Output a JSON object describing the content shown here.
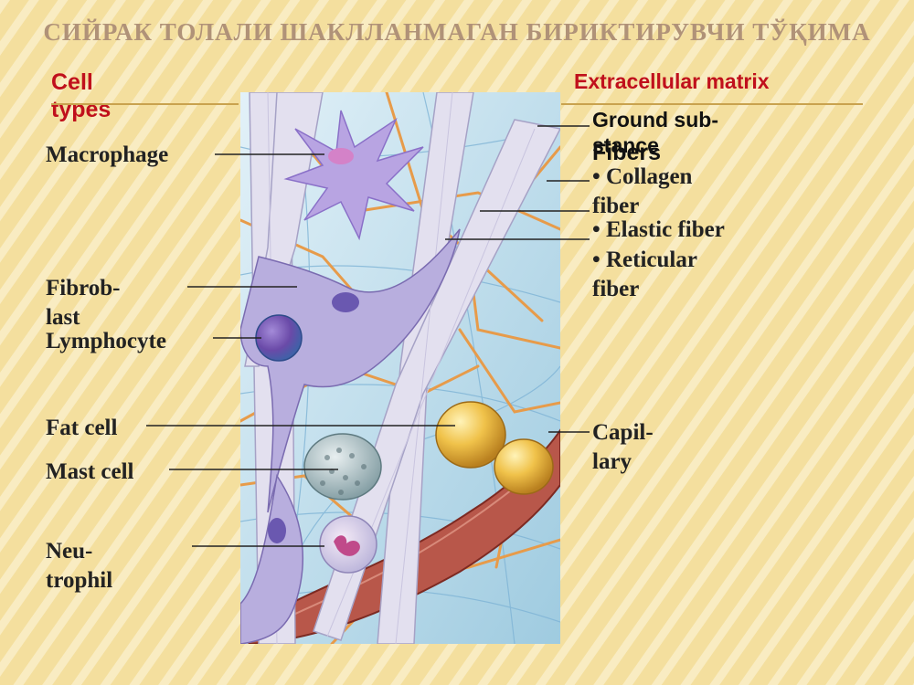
{
  "title": "СИЙРАК ТОЛАЛИ ШАКЛЛАНМАГАН БИРИКТИРУВЧИ ТЎҚИМА",
  "cell_types": {
    "header": "Cell types",
    "macrophage": "Macrophage",
    "fibroblast": "Fibrob-last",
    "lymphocyte": "Lymphocyte",
    "fat_cell": "Fat cell",
    "mast_cell": "Mast cell",
    "neutrophil": "Neu-trophil"
  },
  "extracellular_matrix": {
    "header": "Extracellular matrix",
    "ground_substance": "Ground sub-stance",
    "fibers": "Fibers",
    "collagen_fiber": "• Collagen fiber",
    "elastic_fiber": "• Elastic fiber",
    "reticular_fiber": "• Reticular fiber",
    "capillary": "Capil-lary"
  },
  "colors": {
    "background": "#f3dc97",
    "header_red": "#c0101c",
    "title_brown": "#b09278",
    "rule_gold": "#c9a24e",
    "ground_blue": "#bfe0ef",
    "collagen": "#d9d6ea",
    "fibroblast": "#b8aede",
    "reticular": "#e79b4a",
    "capillary": "#b8574a",
    "fat": "#e8b23a"
  }
}
